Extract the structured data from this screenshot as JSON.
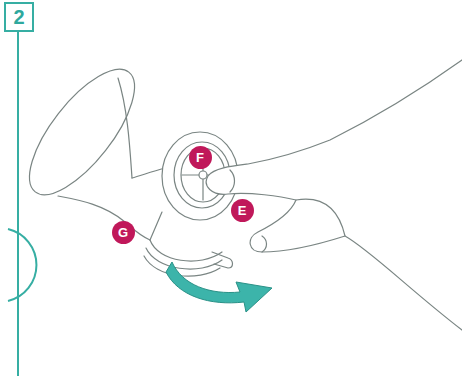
{
  "diagram": {
    "nodes": [
      {
        "text": [
          "2"
        ]
      },
      {
        "text": [
          "F"
        ]
      },
      {
        "text": [
          "E"
        ]
      },
      {
        "text": [
          "G"
        ]
      }
    ]
  }
}
